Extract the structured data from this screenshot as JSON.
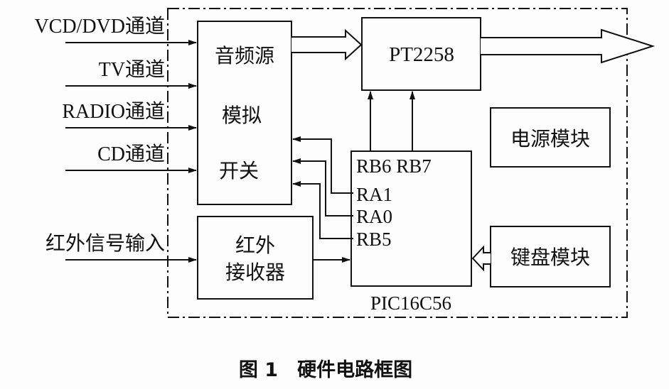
{
  "inputs": {
    "vcd": "VCD/DVD通道",
    "tv": "TV通道",
    "radio": "RADIO通道",
    "cd": "CD通道",
    "ir": "红外信号输入"
  },
  "blocks": {
    "switch": [
      "音频源",
      "模拟",
      "开关"
    ],
    "pt2258": "PT2258",
    "power": "电源模块",
    "keyboard": "键盘模块",
    "ir_receiver": [
      "红外",
      "接收器"
    ],
    "mcu": {
      "top_pins": "RB6 RB7",
      "pins": [
        "RA1",
        "RA0",
        "RB5"
      ],
      "name": "PIC16C56"
    }
  },
  "caption": "图 1　硬件电路框图"
}
